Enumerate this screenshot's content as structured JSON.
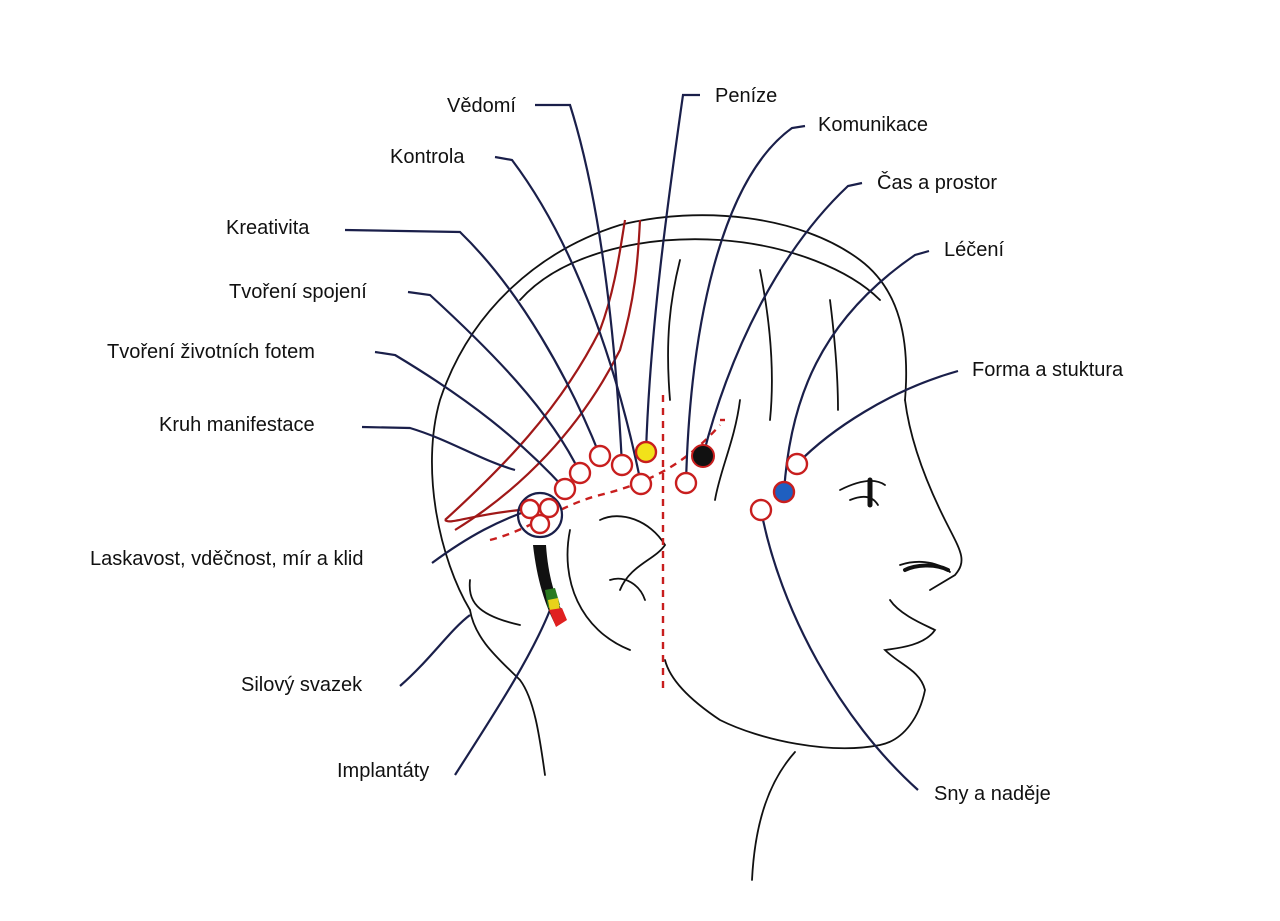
{
  "diagram": {
    "labels": {
      "vedomi": "Vědomí",
      "penize": "Peníze",
      "komunikace": "Komunikace",
      "cas_a_prostor": "Čas a prostor",
      "kontrola": "Kontrola",
      "kreativita": "Kreativita",
      "tvoreni_spojeni": "Tvoření spojení",
      "tvoreni_zivotnich_fotem": "Tvoření životních fotem",
      "kruh_manifestace": "Kruh manifestace",
      "leceni": "Léčení",
      "forma_a_stuktura": "Forma a stuktura",
      "laskavost": "Laskavost, vděčnost, mír a klid",
      "silovy_svazek": "Silový svazek",
      "implantaty": "Implantáty",
      "sny_a_nadeje": "Sny a naděje"
    },
    "colors": {
      "yellow_point": "#f2e21a",
      "black_point": "#111111",
      "blue_point": "#1f5fc0",
      "ring": "#c81e1e",
      "leader": "#1a1f4a"
    }
  }
}
